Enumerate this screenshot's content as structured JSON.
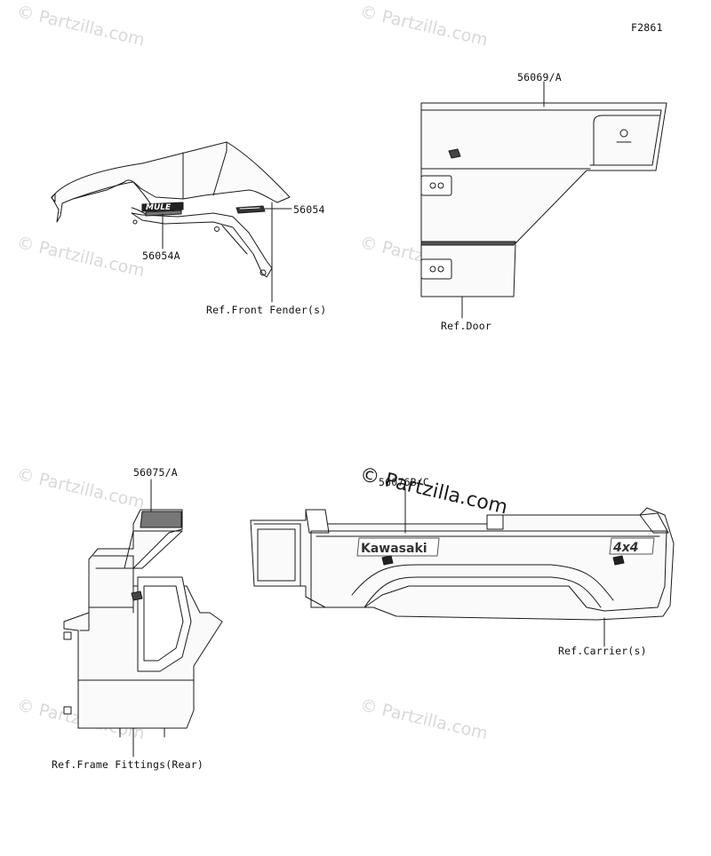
{
  "figure_code": "F2861",
  "watermark": "© Partzilla.com",
  "callouts": {
    "part_56069": "56069/A",
    "part_56054": "56054",
    "part_56054a": "56054A",
    "part_56075": "56075/A",
    "part_56076": "56076B/C"
  },
  "references": {
    "front_fender": "Ref.Front Fender(s)",
    "door": "Ref.Door",
    "carrier": "Ref.Carrier(s)",
    "frame_fittings": "Ref.Frame Fittings(Rear)"
  },
  "decals": {
    "mule": "MULE",
    "kawasaki": "Kawasaki",
    "four_by_four": "4x4"
  }
}
